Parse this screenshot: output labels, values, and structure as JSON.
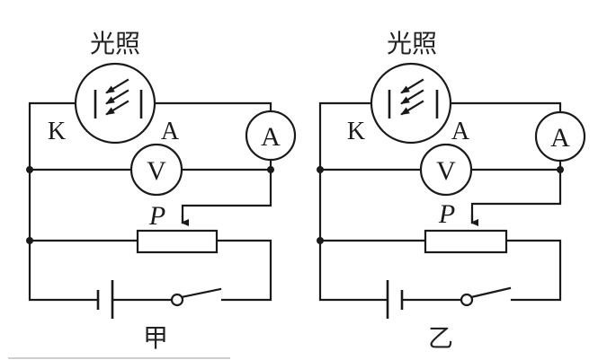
{
  "diagrams": [
    {
      "id": "jia",
      "caption": "甲",
      "light_label": "光照",
      "cathode_label": "K",
      "anode_label": "A",
      "ammeter_symbol": "A",
      "voltmeter_symbol": "V",
      "slider_label": "P",
      "battery_polarity": "long plate (positive) toward switch / right side",
      "switch_state": "open"
    },
    {
      "id": "yi",
      "caption": "乙",
      "light_label": "光照",
      "cathode_label": "K",
      "anode_label": "A",
      "ammeter_symbol": "A",
      "voltmeter_symbol": "V",
      "slider_label": "P",
      "battery_polarity": "long plate (positive) toward cathode / left side",
      "switch_state": "open"
    }
  ],
  "colors": {
    "line": "#1a1a1a",
    "background": "#ffffff",
    "separator": "#bdbdbd"
  }
}
